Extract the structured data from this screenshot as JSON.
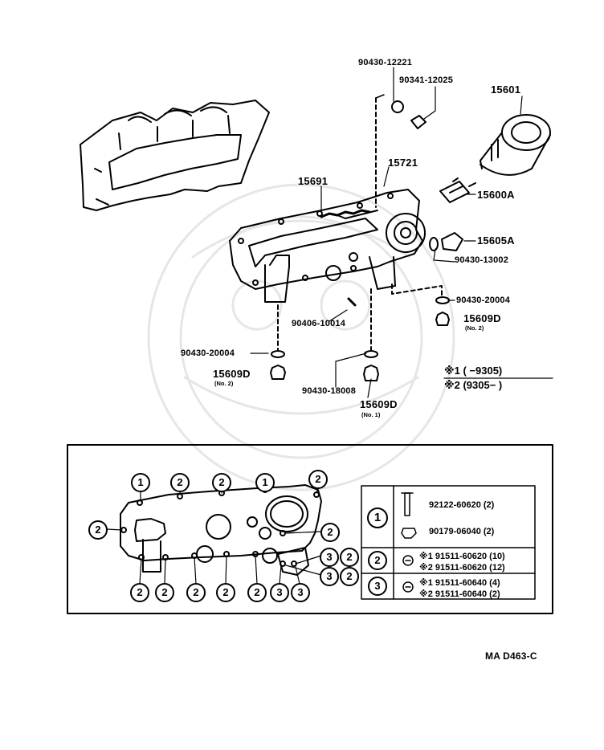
{
  "part_labels": {
    "p90430_12221": "90430-12221",
    "p90341_12025": "90341-12025",
    "p15601": "15601",
    "p15691": "15691",
    "p15721": "15721",
    "p15600A": "15600A",
    "p15605A": "15605A",
    "p90430_13002": "90430-13002",
    "p90430_20004_r": "90430-20004",
    "p15609D_r": "15609D",
    "p15609D_r_sub": "(No. 2)",
    "p90406_10014": "90406-10014",
    "p90430_20004_l": "90430-20004",
    "p15609D_l": "15609D",
    "p15609D_l_sub": "(No. 2)",
    "p90430_18008": "90430-18008",
    "p15609D_c": "15609D",
    "p15609D_c_sub": "(No. 1)"
  },
  "notes": {
    "note1": "※1 (        −9305)",
    "note2": "※2 (9305−          )"
  },
  "bolt_markers": {
    "one": "1",
    "two": "2",
    "three": "3"
  },
  "legend_table": {
    "row1_a": "92122-60620 (2)",
    "row1_b": "90179-06040 (2)",
    "row2_a": "※1 91511-60620 (10)",
    "row2_b": "※2 91511-60620 (12)",
    "row3_a": "※1 91511-60640 (4)",
    "row3_b": "※2 91511-60640 (2)"
  },
  "figure_code": "MA D463-C"
}
